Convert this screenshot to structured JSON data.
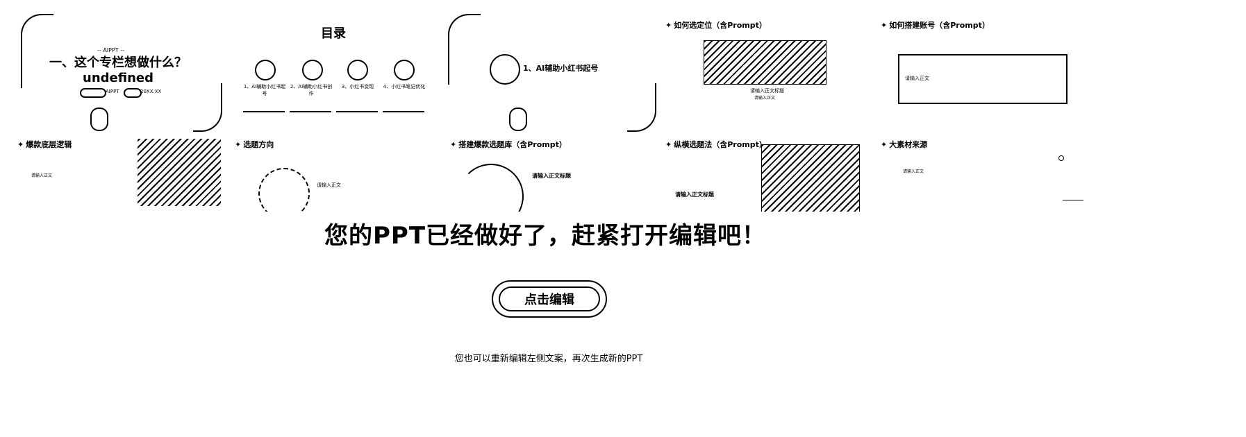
{
  "slides": {
    "s1": {
      "tag": "-- AIPPT --",
      "title": "一、这个专栏想做什么？undefined",
      "pill_a": "AIPPT",
      "pill_b": "20XX.XX"
    },
    "s2": {
      "title": "目录",
      "items": [
        {
          "label": "1、AI辅助小红书起号"
        },
        {
          "label": "2、AI辅助小红书创作"
        },
        {
          "label": "3、小红书变现"
        },
        {
          "label": "4、小红书笔记优化"
        }
      ]
    },
    "s3": {
      "title": "1、AI辅助小红书起号"
    },
    "s4": {
      "title": "如何选定位（含Prompt）",
      "caption": "请输入正文标题",
      "sub": "请输入正文"
    },
    "s5": {
      "title": "如何搭建账号（含Prompt）",
      "box_text": "请输入正文"
    },
    "s6": {
      "title": "爆款底层逻辑",
      "body": "请输入正文"
    },
    "s7": {
      "title": "选题方向",
      "body": "请输入正文"
    },
    "s8": {
      "title": "搭建爆款选题库（含Prompt）",
      "body": "请输入正文标题"
    },
    "s9": {
      "title": "纵横选题法（含Prompt）",
      "body": "请输入正文标题"
    },
    "s10": {
      "title": "大素材来源",
      "body": "请输入正文"
    }
  },
  "main": {
    "headline": "您的PPT已经做好了，赶紧打开编辑吧！",
    "edit_button": "点击编辑",
    "footer_note": "您也可以重新编辑左侧文案，再次生成新的PPT"
  }
}
